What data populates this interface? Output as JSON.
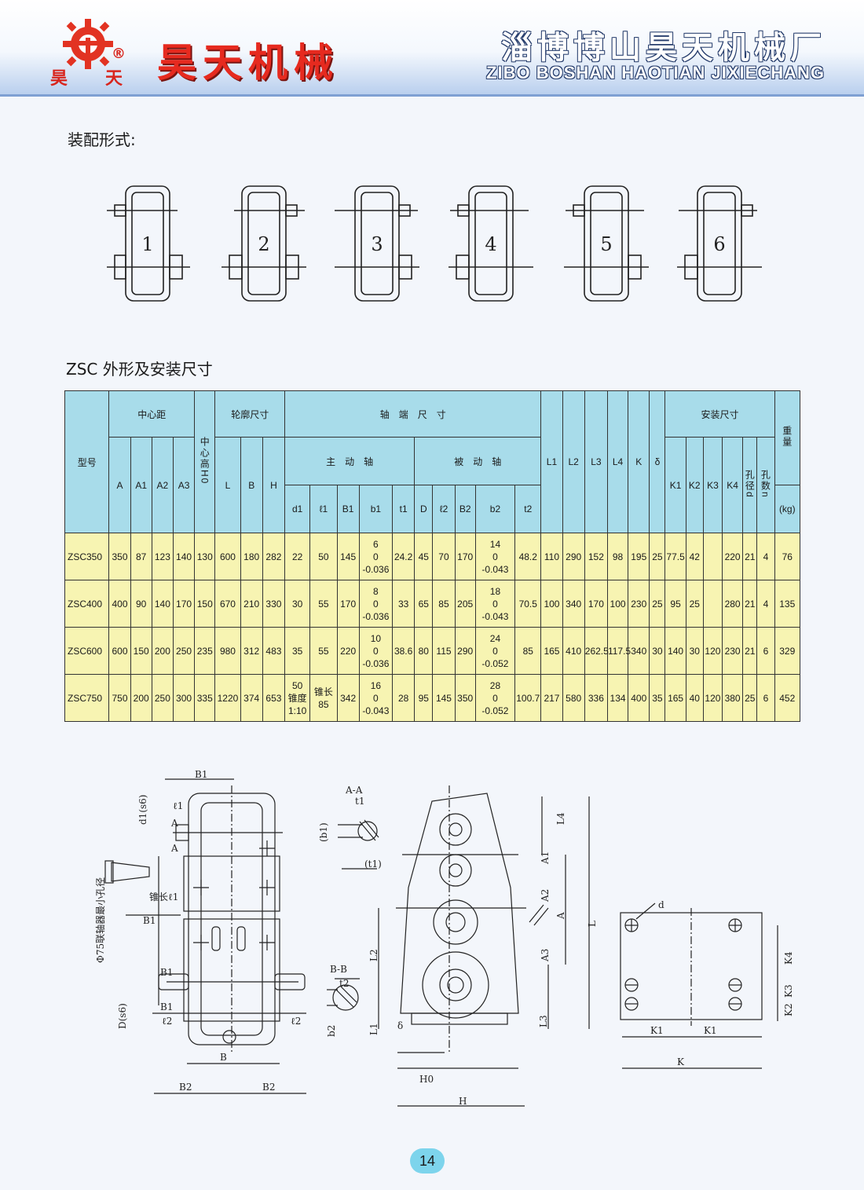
{
  "header": {
    "logo_chars": [
      "昊",
      "天"
    ],
    "registered": "®",
    "brand": "昊天机械",
    "factory_cn": "淄博博山昊天机械厂",
    "factory_en": "ZIBO BOSHAN HAOTIAN JIXIECHANG"
  },
  "assembly": {
    "title": "装配形式:",
    "labels": [
      "1",
      "2",
      "3",
      "4",
      "5",
      "6"
    ]
  },
  "dimensions_section": {
    "title": "ZSC 外形及安装尺寸"
  },
  "table": {
    "group_headers": {
      "model": "型号",
      "center_distance": "中心距",
      "center_height": "中心高H0",
      "outline": "轮廓尺寸",
      "shaft_end": "轴　端　尺　寸",
      "driving_shaft": "主　动　轴",
      "driven_shaft": "被　动　轴",
      "install": "安装尺寸",
      "weight": "重量"
    },
    "columns": {
      "A": "A",
      "A1": "A1",
      "A2": "A2",
      "A3": "A3",
      "L": "L",
      "B": "B",
      "H": "H",
      "d1": "d1",
      "l1": "ℓ1",
      "B1": "B1",
      "b1": "b1",
      "t1": "t1",
      "D": "D",
      "l2": "ℓ2",
      "B2": "B2",
      "b2": "b2",
      "t2": "t2",
      "L1": "L1",
      "L2": "L2",
      "L3": "L3",
      "L4": "L4",
      "K": "K",
      "delta": "δ",
      "K1": "K1",
      "K2": "K2",
      "K3": "K3",
      "K4": "K4",
      "hole_d": "孔径d",
      "hole_n": "孔数n",
      "weight_unit": "(kg)"
    },
    "rows": [
      {
        "model": "ZSC350",
        "A": "350",
        "A1": "87",
        "A2": "123",
        "A3": "140",
        "H0": "130",
        "L": "600",
        "B": "180",
        "H": "282",
        "d1": "22",
        "l1": "50",
        "B1": "145",
        "b1": [
          "6",
          "0",
          "-0.036"
        ],
        "t1": "24.2",
        "D": "45",
        "l2": "70",
        "B2": "170",
        "b2": [
          "14",
          "0",
          "-0.043"
        ],
        "t2": "48.2",
        "L1": "110",
        "L2": "290",
        "L3": "152",
        "L4": "98",
        "K": "195",
        "delta": "25",
        "K1": "77.5",
        "K2": "42",
        "K3": "",
        "K4": "220",
        "d": "21",
        "n": "4",
        "weight": "76"
      },
      {
        "model": "ZSC400",
        "A": "400",
        "A1": "90",
        "A2": "140",
        "A3": "170",
        "H0": "150",
        "L": "670",
        "B": "210",
        "H": "330",
        "d1": "30",
        "l1": "55",
        "B1": "170",
        "b1": [
          "8",
          "0",
          "-0.036"
        ],
        "t1": "33",
        "D": "65",
        "l2": "85",
        "B2": "205",
        "b2": [
          "18",
          "0",
          "-0.043"
        ],
        "t2": "70.5",
        "L1": "100",
        "L2": "340",
        "L3": "170",
        "L4": "100",
        "K": "230",
        "delta": "25",
        "K1": "95",
        "K2": "25",
        "K3": "",
        "K4": "280",
        "d": "21",
        "n": "4",
        "weight": "135"
      },
      {
        "model": "ZSC600",
        "A": "600",
        "A1": "150",
        "A2": "200",
        "A3": "250",
        "H0": "235",
        "L": "980",
        "B": "312",
        "H": "483",
        "d1": "35",
        "l1": "55",
        "B1": "220",
        "b1": [
          "10",
          "0",
          "-0.036"
        ],
        "t1": "38.6",
        "D": "80",
        "l2": "115",
        "B2": "290",
        "b2": [
          "24",
          "0",
          "-0.052"
        ],
        "t2": "85",
        "L1": "165",
        "L2": "410",
        "L3": "262.5",
        "L4": "117.5",
        "K": "340",
        "delta": "30",
        "K1": "140",
        "K2": "30",
        "K3": "120",
        "K4": "230",
        "d": "21",
        "n": "6",
        "weight": "329"
      },
      {
        "model": "ZSC750",
        "A": "750",
        "A1": "200",
        "A2": "250",
        "A3": "300",
        "H0": "335",
        "L": "1220",
        "B": "374",
        "H": "653",
        "d1": [
          "50",
          "锥度",
          "1:10"
        ],
        "l1": [
          "锥长",
          "85"
        ],
        "B1": "342",
        "b1": [
          "16",
          "0",
          "-0.043"
        ],
        "t1": "28",
        "D": "95",
        "l2": "145",
        "B2": "350",
        "b2": [
          "28",
          "0",
          "-0.052"
        ],
        "t2": "100.7",
        "L1": "217",
        "L2": "580",
        "L3": "336",
        "L4": "134",
        "K": "400",
        "delta": "35",
        "K1": "165",
        "K2": "40",
        "K3": "120",
        "K4": "380",
        "d": "25",
        "n": "6",
        "weight": "452"
      }
    ]
  },
  "drawing_labels": {
    "B1": "B1",
    "d1s6": "d1(s6)",
    "l1": "ℓ1",
    "A": "A",
    "coupling": "Φ75联轴器最小孔径",
    "cone_len": "锥长ℓ1",
    "Ds6": "D(s6)",
    "l2": "ℓ2",
    "B": "B",
    "B2": "B2",
    "AA": "A-A",
    "t1": "t1",
    "b1p": "(b1)",
    "t1p": "(t1)",
    "BB": "B-B",
    "t2": "t2",
    "b2": "b2",
    "L4": "L4",
    "A1": "A1",
    "A2": "A2",
    "A3": "A3",
    "L": "L",
    "L2": "L2",
    "L3": "L3",
    "L1": "L1",
    "delta": "δ",
    "H0": "H0",
    "H": "H",
    "d": "d",
    "K4": "K4",
    "K3": "K3",
    "K2": "K2",
    "K1": "K1",
    "K": "K"
  },
  "page_number": "14",
  "colors": {
    "header_blue": "#b9cfee",
    "table_head": "#a8dcea",
    "table_body": "#f7f4b2",
    "brand_red": "#e62a1f"
  }
}
